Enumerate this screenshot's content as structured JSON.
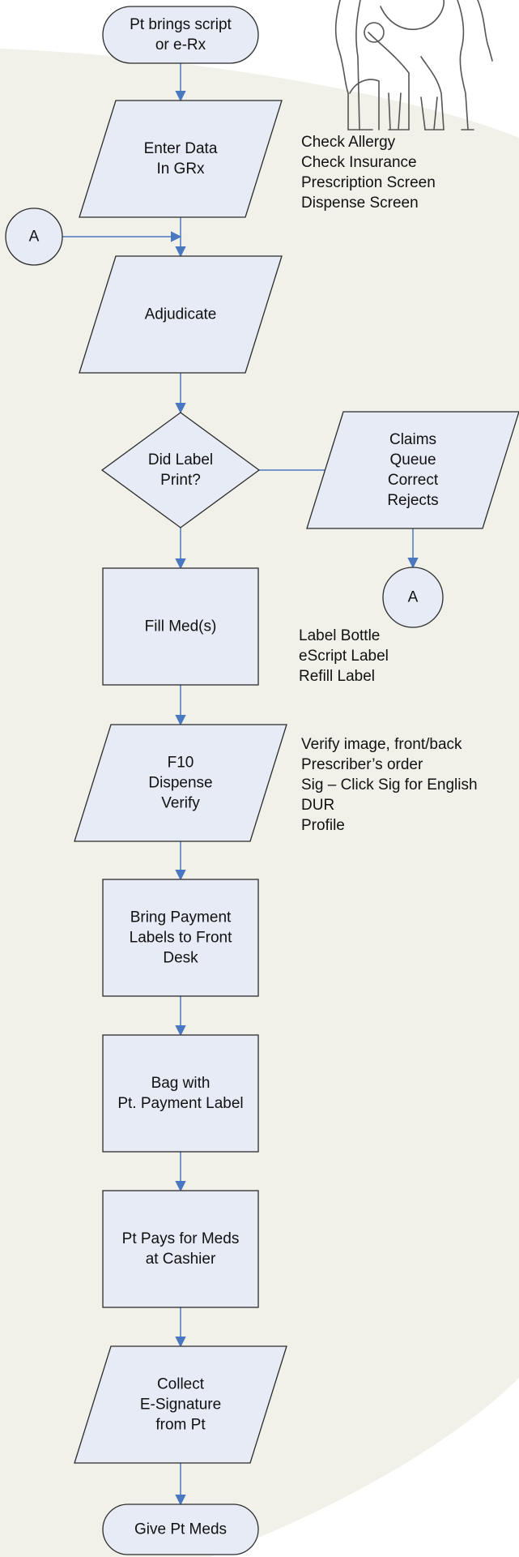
{
  "colors": {
    "node_fill": "#e6ebf6",
    "node_stroke": "#2b2b2b",
    "arrow": "#4a78c0",
    "background_swoosh": "#f1f1ea"
  },
  "nodes": {
    "start": {
      "lines": [
        "Pt brings script",
        "or e-Rx"
      ]
    },
    "enter_data": {
      "lines": [
        "Enter Data",
        "In GRx"
      ]
    },
    "connector_left": {
      "lines": [
        "A"
      ]
    },
    "adjudicate": {
      "lines": [
        "Adjudicate"
      ]
    },
    "decision": {
      "lines": [
        "Did Label",
        "Print?"
      ]
    },
    "claims_queue": {
      "lines": [
        "Claims",
        "Queue",
        "Correct",
        "Rejects"
      ]
    },
    "connector_right": {
      "lines": [
        "A"
      ]
    },
    "fill_meds": {
      "lines": [
        "Fill Med(s)"
      ]
    },
    "f10_dispense": {
      "lines": [
        "F10",
        "Dispense",
        "Verify"
      ]
    },
    "bring_payment": {
      "lines": [
        "Bring Payment",
        "Labels to Front",
        "Desk"
      ]
    },
    "bag_with": {
      "lines": [
        "Bag with",
        "Pt. Payment Label"
      ]
    },
    "pt_pays": {
      "lines": [
        "Pt Pays for Meds",
        "at Cashier"
      ]
    },
    "collect_sig": {
      "lines": [
        "Collect",
        "E-Signature",
        "from Pt"
      ]
    },
    "give_meds": {
      "lines": [
        "Give Pt Meds"
      ]
    }
  },
  "notes": {
    "enter_data": [
      "Check Allergy",
      "Check Insurance",
      "Prescription Screen",
      "Dispense Screen"
    ],
    "fill_meds": [
      "Label Bottle",
      "eScript Label",
      "Refill Label"
    ],
    "f10_dispense": [
      "Verify image, front/back",
      "Prescriber’s order",
      "Sig – Click Sig for English",
      "DUR",
      "Profile"
    ]
  },
  "illustration": {
    "name": "family-figures-sketch"
  }
}
